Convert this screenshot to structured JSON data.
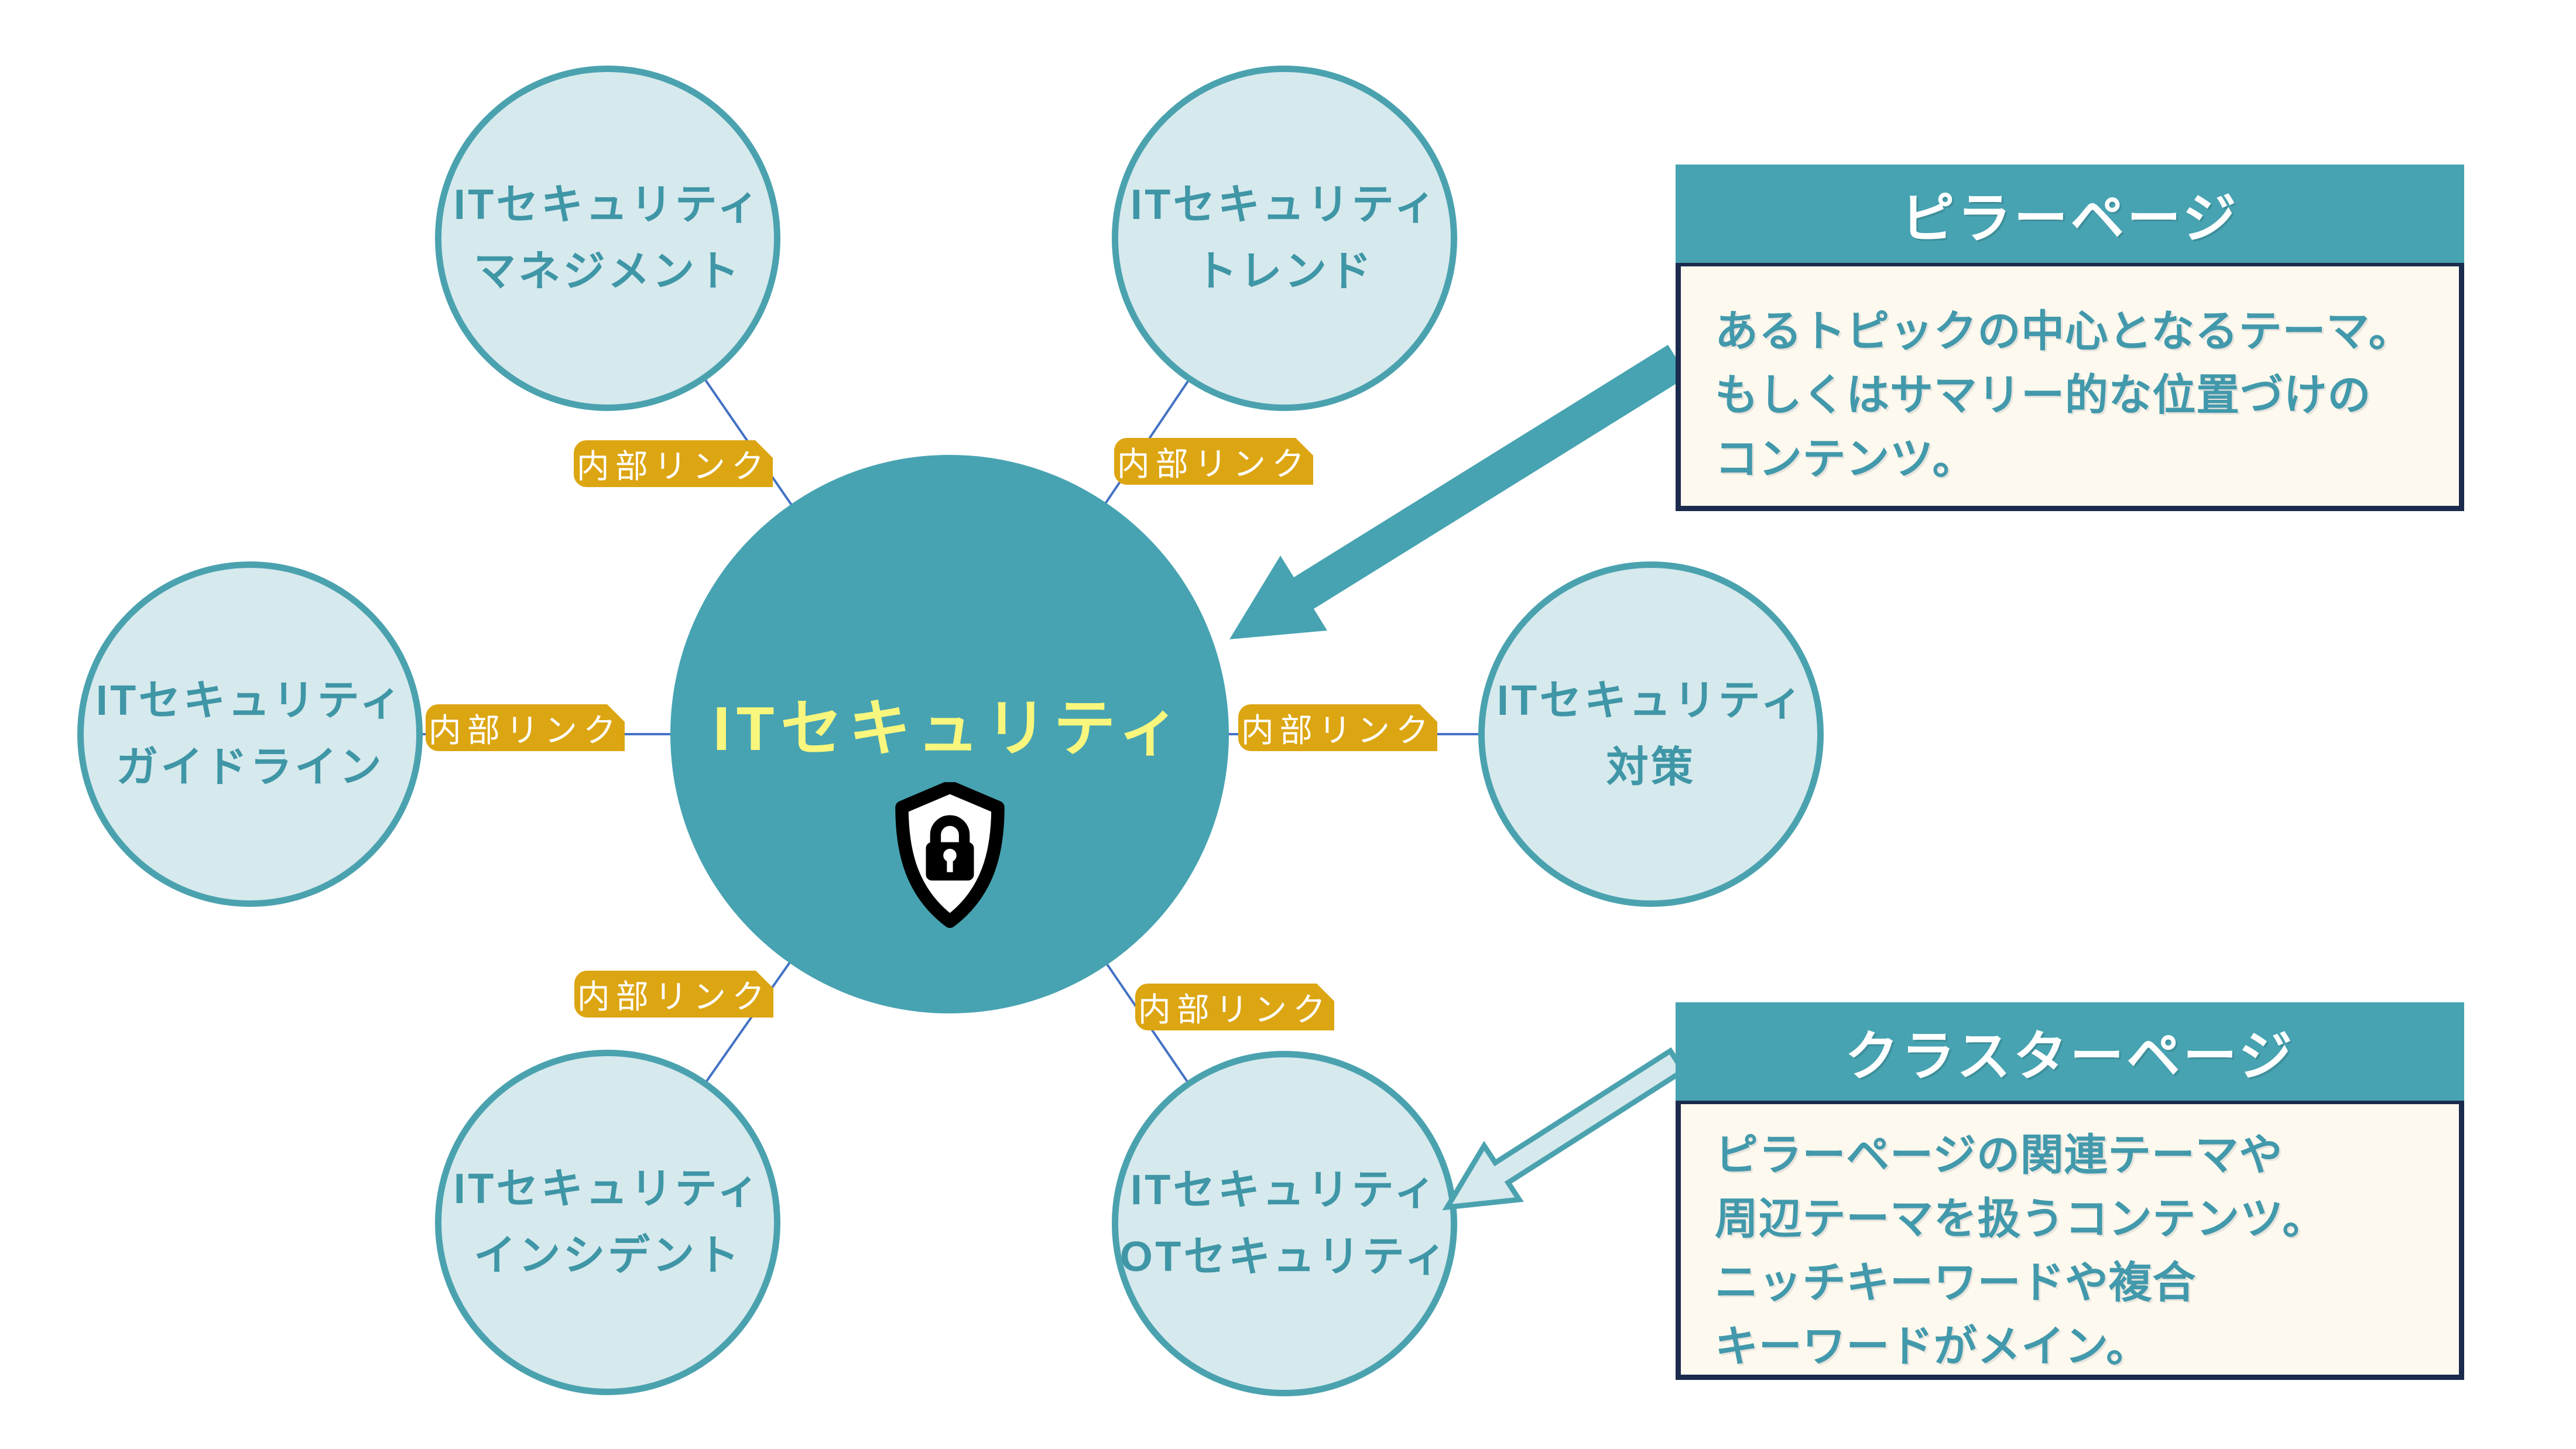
{
  "diagram": {
    "center": {
      "label": "ITセキュリティ",
      "icon": "shield-lock-icon"
    },
    "link_label": "内部リンク",
    "satellites": [
      {
        "id": "management",
        "line1": "ITセキュリティ",
        "line2": "マネジメント"
      },
      {
        "id": "trend",
        "line1": "ITセキュリティ",
        "line2": "トレンド"
      },
      {
        "id": "guideline",
        "line1": "ITセキュリティ",
        "line2": "ガイドライン"
      },
      {
        "id": "taisaku",
        "line1": "ITセキュリティ",
        "line2": "対策"
      },
      {
        "id": "incident",
        "line1": "ITセキュリティ",
        "line2": "インシデント"
      },
      {
        "id": "ot-security",
        "line1": "ITセキュリティ",
        "line2": "OTセキュリティ"
      }
    ]
  },
  "callouts": {
    "pillar": {
      "title": "ピラーページ",
      "body_lines": [
        "あるトピックの中心となるテーマ。",
        "もしくはサマリー的な位置づけの",
        "コンテンツ。"
      ]
    },
    "cluster": {
      "title": "クラスターページ",
      "body_lines": [
        "ピラーページの関連テーマや",
        "周辺テーマを扱うコンテンツ。",
        "ニッチキーワードや複合",
        "キーワードがメイン。"
      ]
    }
  },
  "colors": {
    "teal_main": "#47a3b1",
    "satellite_fill": "#d6e9ed",
    "satellite_border": "#4ba2af",
    "circle_text": "#3f96a6",
    "center_text_yellow": "#f8f67d",
    "link_label_gold": "#dca512",
    "connector_blue": "#4472c4",
    "callout_border_navy": "#1b2b4d",
    "callout_body_cream": "#fdf9ee",
    "body_text_teal": "#4299ab"
  }
}
